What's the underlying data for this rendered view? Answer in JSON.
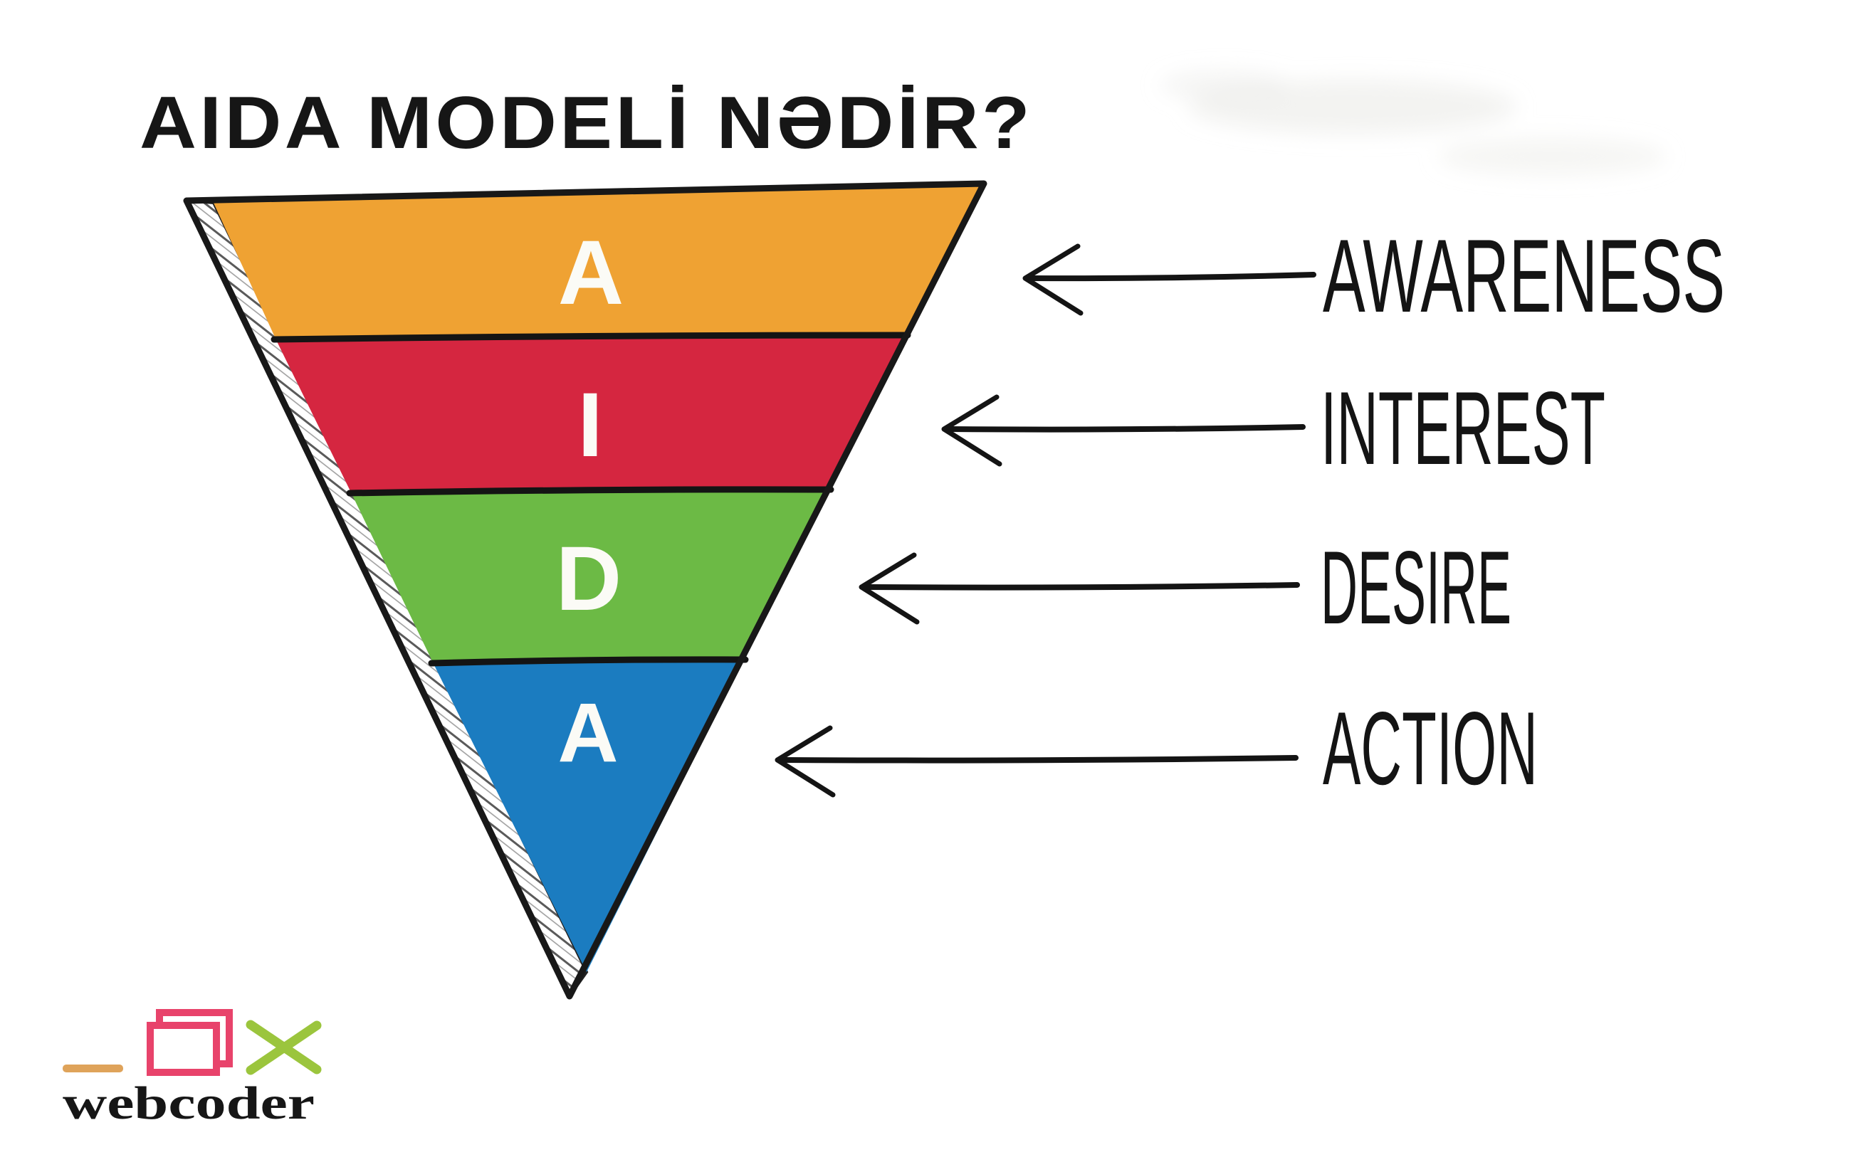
{
  "title": "AIDA MODELİ NƏDİR?",
  "funnel": {
    "stages": [
      {
        "letter": "A",
        "label": "AWARENESS",
        "color": "#EFA233"
      },
      {
        "letter": "I",
        "label": "INTEREST",
        "color": "#D52640"
      },
      {
        "letter": "D",
        "label": "DESIRE",
        "color": "#6CBA45"
      },
      {
        "letter": "A",
        "label": "ACTION",
        "color": "#1B7CC0"
      }
    ],
    "letter_color": "#FBFBF6",
    "outline_color": "#181818"
  },
  "arrows": {
    "ink_color": "#141414"
  },
  "logo": {
    "text": "webcoder",
    "text_color": "#161616",
    "minimize_color": "#DFA35A",
    "window_color": "#E8436B",
    "close_color": "#9BC53D"
  }
}
